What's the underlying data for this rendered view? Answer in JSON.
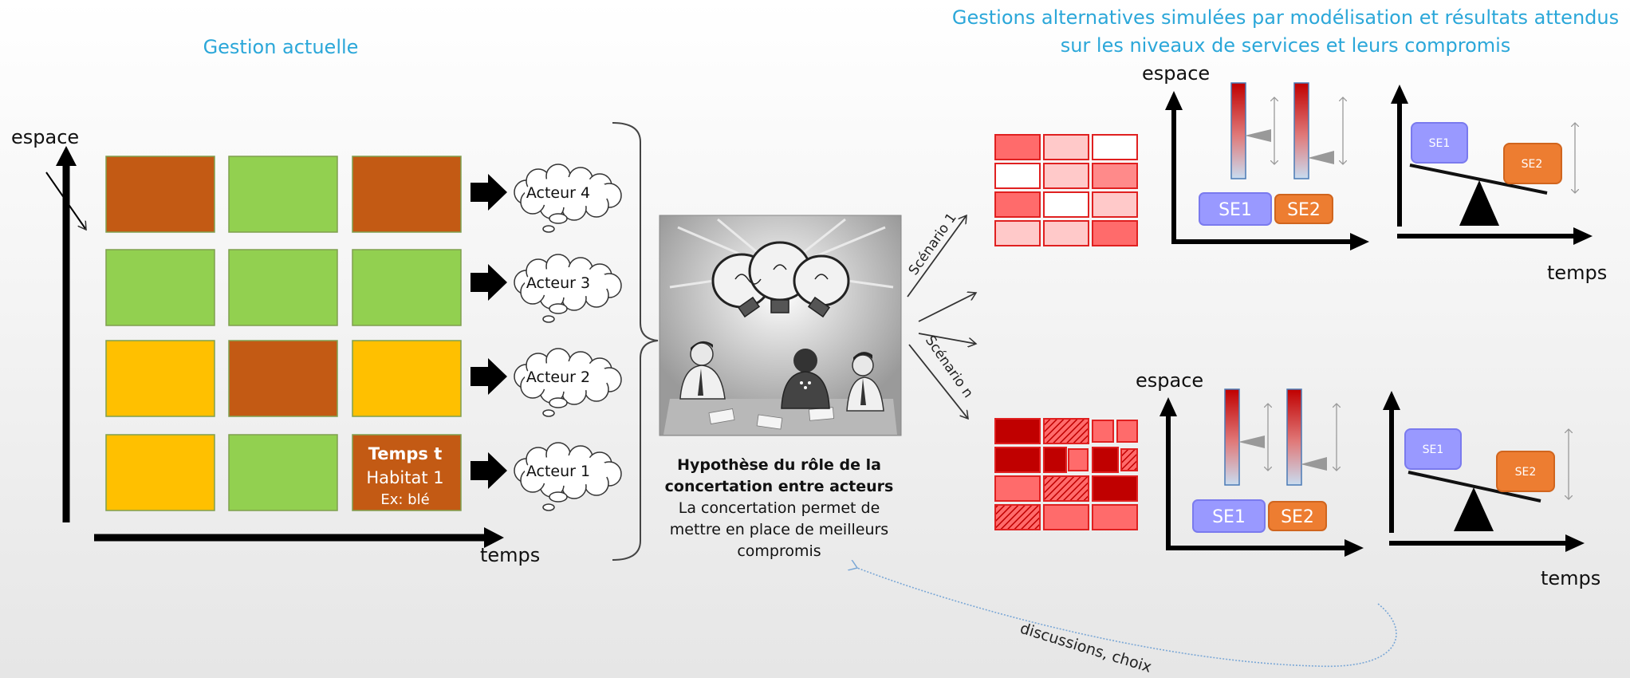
{
  "titles": {
    "left": "Gestion actuelle",
    "right_line1": "Gestions alternatives simulées par modélisation et résultats attendus",
    "right_line2": "sur les niveaux de services et leurs compromis"
  },
  "axes": {
    "space": "espace",
    "time": "temps"
  },
  "grid": {
    "colors": {
      "brown": "#c35a14",
      "green": "#92d050",
      "yellow": "#ffc000"
    },
    "rows": [
      [
        "brown",
        "green",
        "brown"
      ],
      [
        "green",
        "green",
        "green"
      ],
      [
        "yellow",
        "brown",
        "yellow"
      ],
      [
        "yellow",
        "green",
        "brown"
      ]
    ],
    "highlight_cell": {
      "line1": "Temps t",
      "line2": "Habitat 1",
      "line3": "Ex: blé"
    }
  },
  "actors": [
    "Acteur 4",
    "Acteur 3",
    "Acteur 2",
    "Acteur 1"
  ],
  "hypothesis": {
    "bold_line1": "Hypothèse du rôle de la",
    "bold_line2": "concertation entre acteurs",
    "line3": "La concertation permet de",
    "line4": "mettre en place de meilleurs",
    "line5": "compromis"
  },
  "scenarios": {
    "first": "Scénario 1",
    "last": "Scénario n"
  },
  "services": {
    "se1": "SE1",
    "se2": "SE2",
    "se1_color": "#9999ff",
    "se2_color": "#ed7d31"
  },
  "feedback": "discussions, choix",
  "icons": [
    "meeting-illustration-icon",
    "lightbulb-icon",
    "thought-cloud-icon",
    "balance-scale-icon"
  ]
}
